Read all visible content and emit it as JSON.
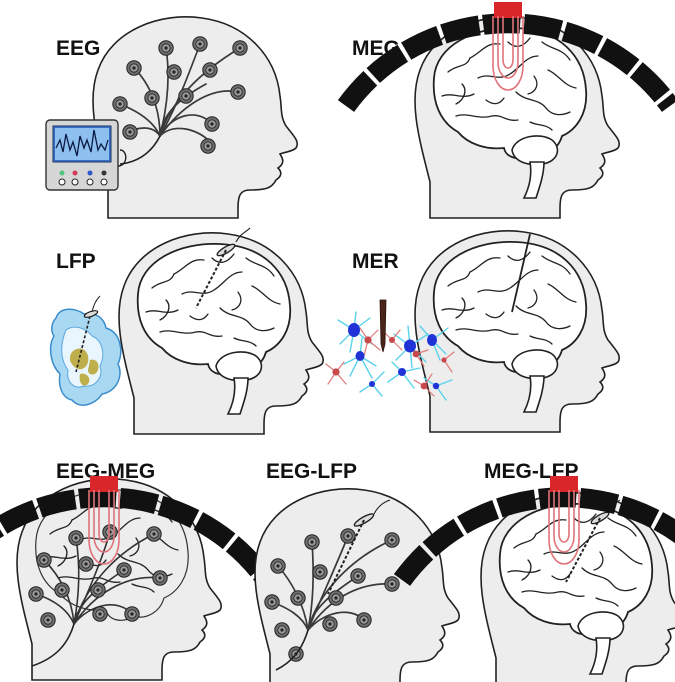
{
  "panels": {
    "eeg": {
      "label": "EEG"
    },
    "meg": {
      "label": "MEG"
    },
    "lfp": {
      "label": "LFP"
    },
    "mer": {
      "label": "MER"
    },
    "eeg_meg": {
      "label": "EEG-MEG"
    },
    "eeg_lfp": {
      "label": "EEG-LFP"
    },
    "meg_lfp": {
      "label": "MEG-LFP"
    }
  },
  "colors": {
    "head_fill": "#ededed",
    "outline": "#222222",
    "squid_red": "#d9262a",
    "field_red": "#e0747a",
    "sensor_black": "#111111",
    "electrode_grey": "#8a8a8a",
    "monitor_blue": "#3a6fc4",
    "neuron_cyan": "#59d3ea",
    "neuron_blue": "#1f33d6",
    "neuron_red": "#c7494b",
    "slice_blue": "#a9d9f2",
    "slice_olive": "#bfae4c"
  }
}
